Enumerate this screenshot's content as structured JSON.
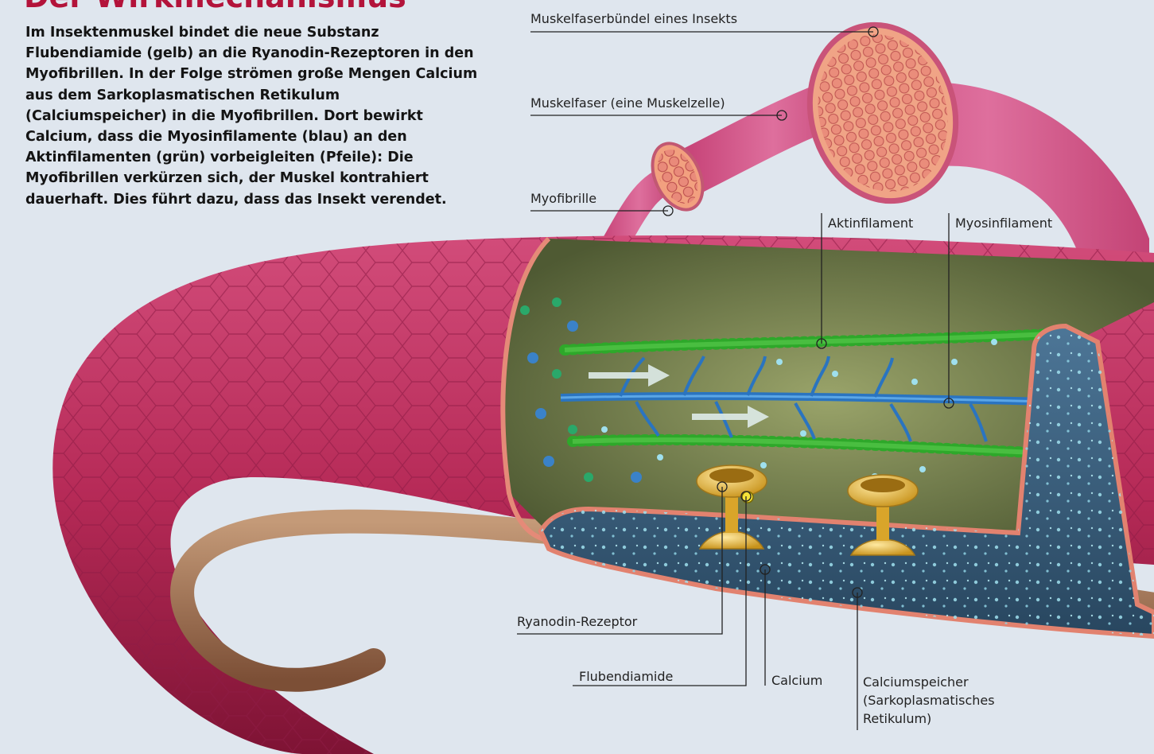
{
  "title": "Der Wirkmechanismus",
  "description": "Im Insektenmuskel bindet die neue Substanz Flubendiamide (gelb) an die Ryanodin-Rezeptoren in den Myofibrillen. In der Folge strömen große Mengen Calcium aus dem Sarkoplasmatischen Retikulum (Calciumspeicher) in die Myofibrillen. Dort bewirkt Calcium, dass die Myosinfilamente (blau) an den Aktinfilamenten (grün) vorbeigleiten (Pfeile): Die Myofibrillen verkürzen sich, der Muskel kontrahiert dauerhaft. Dies führt dazu, dass das Insekt verendet.",
  "labels": {
    "bundle": "Muskelfaserbündel eines Insekts",
    "fiber": "Muskelfaser (eine Muskelzelle)",
    "myofibril": "Myofibrille",
    "actin": "Aktinfilament",
    "myosin": "Myosinfilament",
    "ryanodine": "Ryanodin-Rezeptor",
    "flubendiamide": "Flubendiamide",
    "calcium": "Calcium",
    "calcium_store": "Calciumspeicher (Sarkoplasmatisches Retikulum)"
  },
  "colors": {
    "title": "#b3133a",
    "background": "#dfe6ee",
    "muscle": "#b62a57",
    "actin": "#2ea82a",
    "myosin": "#2a74c0",
    "receptor": "#e0b328",
    "calcium_store": "#3a5f7f"
  }
}
